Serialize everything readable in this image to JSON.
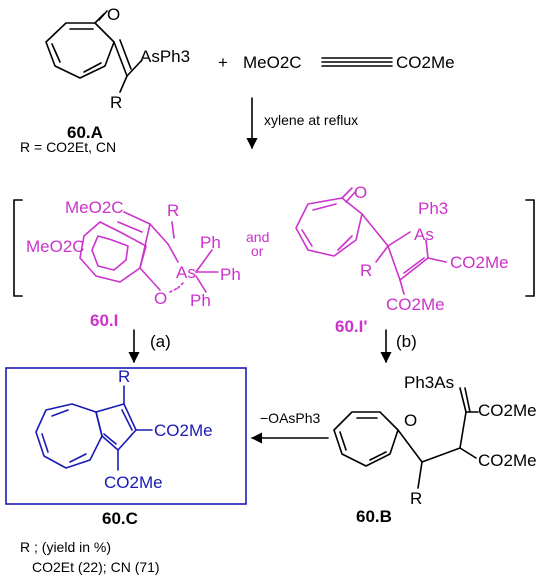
{
  "compounds": {
    "c60A": {
      "label": "60.A",
      "asph3": "AsPh3",
      "o": "O",
      "r": "R"
    },
    "dmad": {
      "left": "MeO2C",
      "right": "CO2Me"
    },
    "plus": "+",
    "r_defs": "R = CO2Et, CN",
    "condition": "xylene at reflux",
    "c60I": {
      "label": "60.I",
      "meo2c_top": "MeO2C",
      "meo2c_left": "MeO2C",
      "r": "R",
      "as": "As",
      "ph1": "Ph",
      "ph2": "Ph",
      "ph3": "Ph",
      "o": "O"
    },
    "and_or": {
      "and": "and",
      "or": "or"
    },
    "c60Ip": {
      "label": "60.I'",
      "o": "O",
      "ph3": "Ph3",
      "as": "As",
      "r": "R",
      "co2me_right": "CO2Me",
      "co2me_bottom": "CO2Me"
    },
    "path_a": "(a)",
    "path_b": "(b)",
    "c60B": {
      "label": "60.B",
      "ph3as": "Ph3As",
      "o": "O",
      "co2me_top": "CO2Me",
      "co2me_bottom": "CO2Me",
      "r": "R"
    },
    "elimination": "−OAsPh3",
    "c60C": {
      "label": "60.C",
      "r": "R",
      "co2me_right": "CO2Me",
      "co2me_bottom": "CO2Me"
    },
    "yields": {
      "header": "R ; (yield in %)",
      "values": "CO2Et (22); CN (71)"
    }
  },
  "colors": {
    "intermediate": "#cc33cc",
    "product": "#1a1ab4",
    "default": "#000000"
  }
}
